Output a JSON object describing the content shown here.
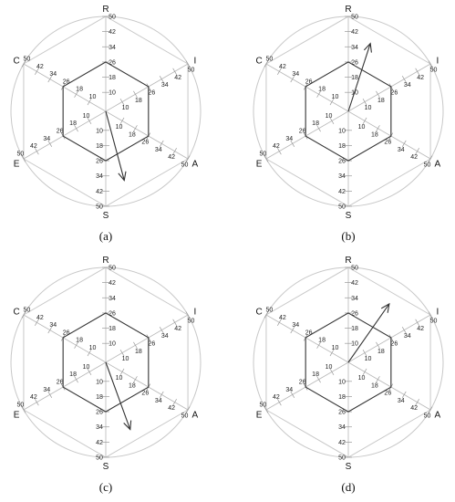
{
  "chart_data": [
    {
      "type": "radar",
      "caption": "(a)",
      "axes": [
        "R",
        "I",
        "A",
        "S",
        "E",
        "C"
      ],
      "tick_labels": [
        "10",
        "18",
        "26",
        "34",
        "42",
        "50"
      ],
      "range": [
        0,
        50
      ],
      "profile": [
        26,
        26,
        26,
        26,
        26,
        26
      ],
      "vector": {
        "end_axis_angle_deg": 165,
        "magnitude": 28
      }
    },
    {
      "type": "radar",
      "caption": "(b)",
      "axes": [
        "R",
        "I",
        "A",
        "S",
        "E",
        "C"
      ],
      "tick_labels": [
        "10",
        "18",
        "26",
        "34",
        "42",
        "50"
      ],
      "range": [
        0,
        50
      ],
      "profile": [
        26,
        26,
        26,
        26,
        26,
        26
      ],
      "vector": {
        "end_axis_angle_deg": 18,
        "magnitude": 28
      }
    },
    {
      "type": "radar",
      "caption": "(c)",
      "axes": [
        "R",
        "I",
        "A",
        "S",
        "E",
        "C"
      ],
      "tick_labels": [
        "10",
        "18",
        "26",
        "34",
        "42",
        "50"
      ],
      "range": [
        0,
        50
      ],
      "profile": [
        26,
        26,
        26,
        26,
        26,
        26
      ],
      "vector": {
        "end_axis_angle_deg": 160,
        "magnitude": 28
      }
    },
    {
      "type": "radar",
      "caption": "(d)",
      "axes": [
        "R",
        "I",
        "A",
        "S",
        "E",
        "C"
      ],
      "tick_labels": [
        "10",
        "18",
        "26",
        "34",
        "42",
        "50"
      ],
      "range": [
        0,
        50
      ],
      "profile": [
        26,
        26,
        26,
        26,
        26,
        26
      ],
      "vector": {
        "end_axis_angle_deg": 35,
        "magnitude": 28
      }
    }
  ]
}
